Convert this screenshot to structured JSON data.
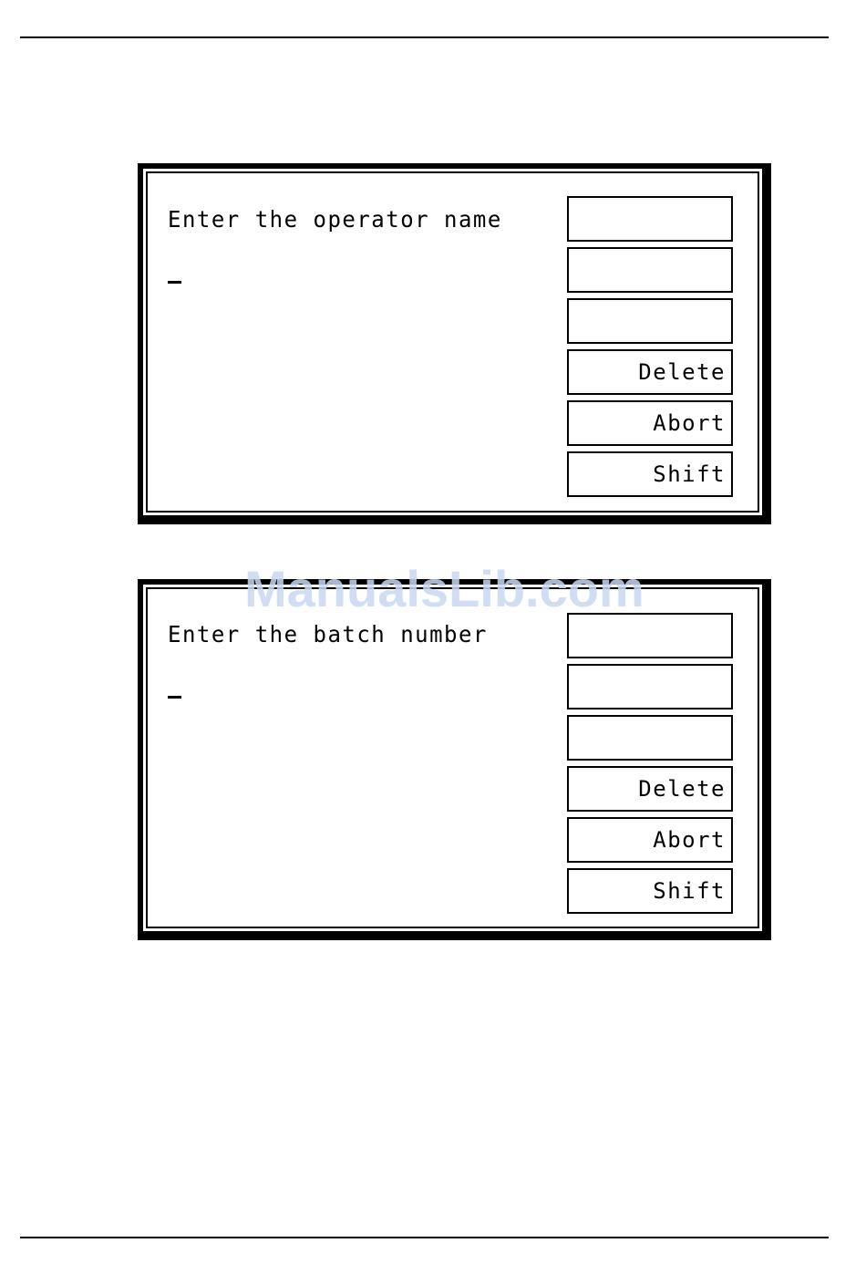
{
  "screens": [
    {
      "prompt": "Enter the operator name",
      "input_value": "",
      "softkeys": [
        "",
        "",
        "",
        "Delete",
        "Abort",
        "Shift"
      ]
    },
    {
      "prompt": "Enter the batch number",
      "input_value": "",
      "softkeys": [
        "",
        "",
        "",
        "Delete",
        "Abort",
        "Shift"
      ]
    }
  ],
  "watermark": "ManualsLib.com"
}
